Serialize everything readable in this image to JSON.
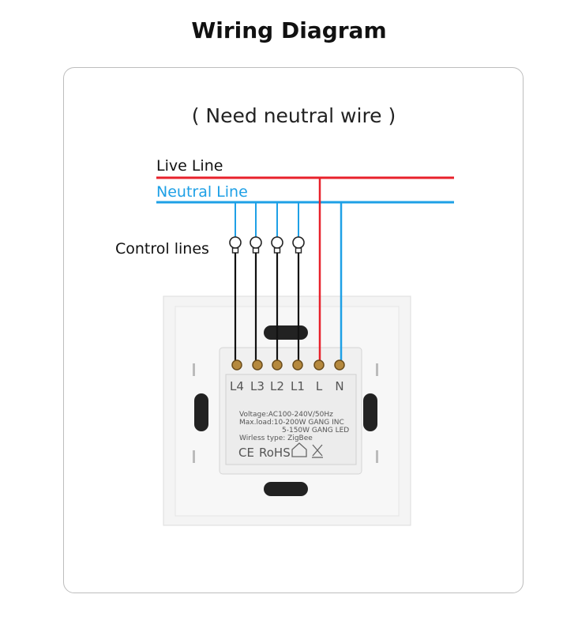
{
  "title": "Wiring Diagram",
  "subtitle": "( Need neutral wire )",
  "labels": {
    "live": "Live Line",
    "neutral": "Neutral Line",
    "control": "Control lines"
  },
  "terminals": [
    "L4",
    "L3",
    "L2",
    "L1",
    "L",
    "N"
  ],
  "specs": {
    "voltage": "Voltage:AC100-240V/50Hz",
    "maxload": "Max.load:10-200W GANG INC",
    "maxload2": "5-150W GANG LED",
    "wireless": "Wirless type: ZigBee"
  },
  "marks": {
    "ce": "CE",
    "rohs": "RoHS"
  },
  "colors": {
    "live": "#e8212b",
    "neutral": "#1ea0e6",
    "control": "#111111"
  }
}
